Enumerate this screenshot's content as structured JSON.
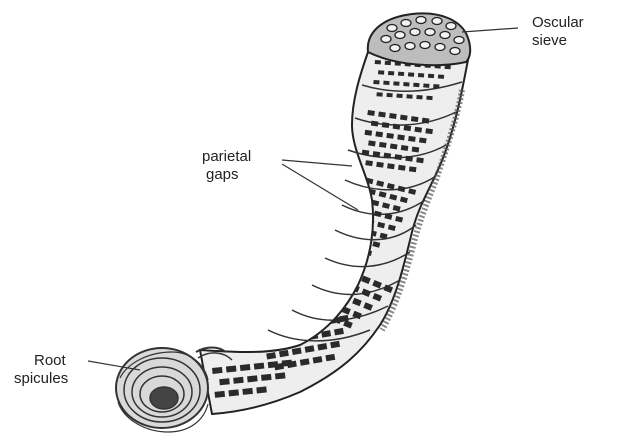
{
  "labels": {
    "oscular_sieve_line1": "Oscular",
    "oscular_sieve_line2": "sieve",
    "parietal_gaps_line1": "parietal",
    "parietal_gaps_line2": "gaps",
    "root_spicules_line1": "Root",
    "root_spicules_line2": "spicules"
  },
  "colors": {
    "ink": "#222222",
    "body_fill": "#eeeeee",
    "gap_fill": "#2a2a2a"
  }
}
